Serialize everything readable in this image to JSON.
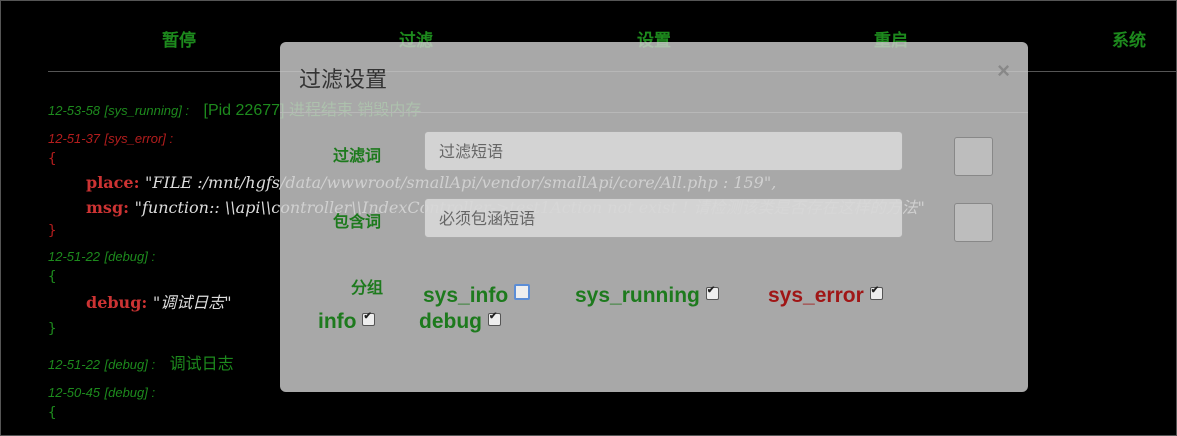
{
  "nav": {
    "items": [
      {
        "label": "暂停"
      },
      {
        "label": "过滤"
      },
      {
        "label": "设置"
      },
      {
        "label": "重启"
      },
      {
        "label": "系统"
      }
    ]
  },
  "log": {
    "entries": [
      {
        "time": "12-53-58",
        "level": "[sys_running] :",
        "message": "[Pid 22677] 进程结束 销毁内存"
      },
      {
        "time": "12-51-37",
        "level": "[sys_error] :",
        "open": "{",
        "fields": [
          {
            "key": "place",
            "value": "\"FILE :/mnt/hgfs/data/wwwroot/smallApi/vendor/smallApi/core/All.php : 159\","
          },
          {
            "key": "msg",
            "value": "\"function:: \\\\api\\\\controller\\\\IndexController->test1Action  not exist ! 请检测该类是否存在这样的方法\""
          }
        ],
        "close": "}"
      },
      {
        "time": "12-51-22",
        "level": "[debug] :",
        "open": "{",
        "fields": [
          {
            "key": "debug",
            "value": "\"调试日志\""
          }
        ],
        "close": "}"
      },
      {
        "time": "12-51-22",
        "level": "[debug] :",
        "message": "调试日志"
      },
      {
        "time": "12-50-45",
        "level": "[debug] :",
        "open": "{"
      }
    ]
  },
  "modal": {
    "title": "过滤设置",
    "close_glyph": "×",
    "filter_label": "过滤词",
    "filter_placeholder": "过滤短语",
    "include_label": "包含词",
    "include_placeholder": "必须包涵短语",
    "group_label": "分组",
    "groups": [
      {
        "label": "sys_info",
        "checked": false
      },
      {
        "label": "sys_running",
        "checked": true
      },
      {
        "label": "sys_error",
        "checked": true
      },
      {
        "label": "info",
        "checked": true
      },
      {
        "label": "debug",
        "checked": true
      }
    ]
  },
  "colors": {
    "background": "#000000",
    "green": "#1d8a1d",
    "error_red": "#b31d1d",
    "modal_bg": "#cdcdcd"
  }
}
